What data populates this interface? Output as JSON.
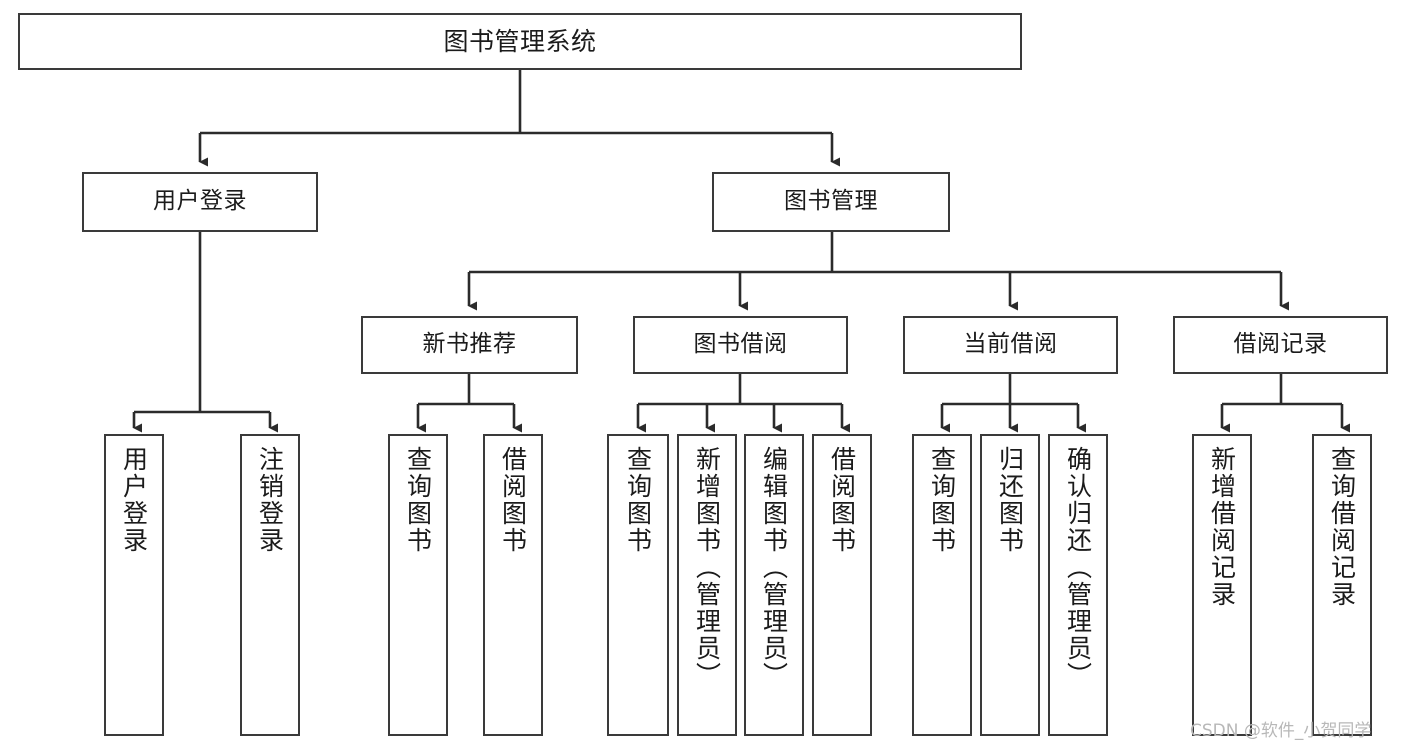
{
  "diagram": {
    "title": "图书管理系统",
    "type": "功能结构图",
    "watermark": "CSDN @软件_小贺同学",
    "colors": {
      "box_border": "#3a3a3a",
      "box_fill": "#ffffff",
      "edge": "#2b2b2b",
      "text": "#1b1b1b",
      "watermark": "#b8b8b8",
      "background": "#ffffff"
    },
    "nodes": {
      "root": {
        "label": "图书管理系统"
      },
      "level1": [
        {
          "id": "user-login",
          "label": "用户登录"
        },
        {
          "id": "book-manage",
          "label": "图书管理"
        }
      ],
      "level2": [
        {
          "id": "new-book-recommend",
          "label": "新书推荐"
        },
        {
          "id": "book-borrow",
          "label": "图书借阅"
        },
        {
          "id": "current-borrow",
          "label": "当前借阅"
        },
        {
          "id": "borrow-record",
          "label": "借阅记录"
        }
      ],
      "leaves": {
        "user-login": [
          {
            "id": "leaf-user-login",
            "label": "用户登录"
          },
          {
            "id": "leaf-user-logout",
            "label": "注销登录"
          }
        ],
        "new-book-recommend": [
          {
            "id": "leaf-query-book-1",
            "label": "查询图书"
          },
          {
            "id": "leaf-borrow-book-1",
            "label": "借阅图书"
          }
        ],
        "book-borrow": [
          {
            "id": "leaf-query-book-2",
            "label": "查询图书"
          },
          {
            "id": "leaf-add-book",
            "label": "新增图书（管理员）"
          },
          {
            "id": "leaf-edit-book",
            "label": "编辑图书（管理员）"
          },
          {
            "id": "leaf-borrow-book-2",
            "label": "借阅图书"
          }
        ],
        "current-borrow": [
          {
            "id": "leaf-query-book-3",
            "label": "查询图书"
          },
          {
            "id": "leaf-return-book",
            "label": "归还图书"
          },
          {
            "id": "leaf-confirm-return",
            "label": "确认归还（管理员）"
          }
        ],
        "borrow-record": [
          {
            "id": "leaf-add-record",
            "label": "新增借阅记录"
          },
          {
            "id": "leaf-query-record",
            "label": "查询借阅记录"
          }
        ]
      }
    }
  }
}
